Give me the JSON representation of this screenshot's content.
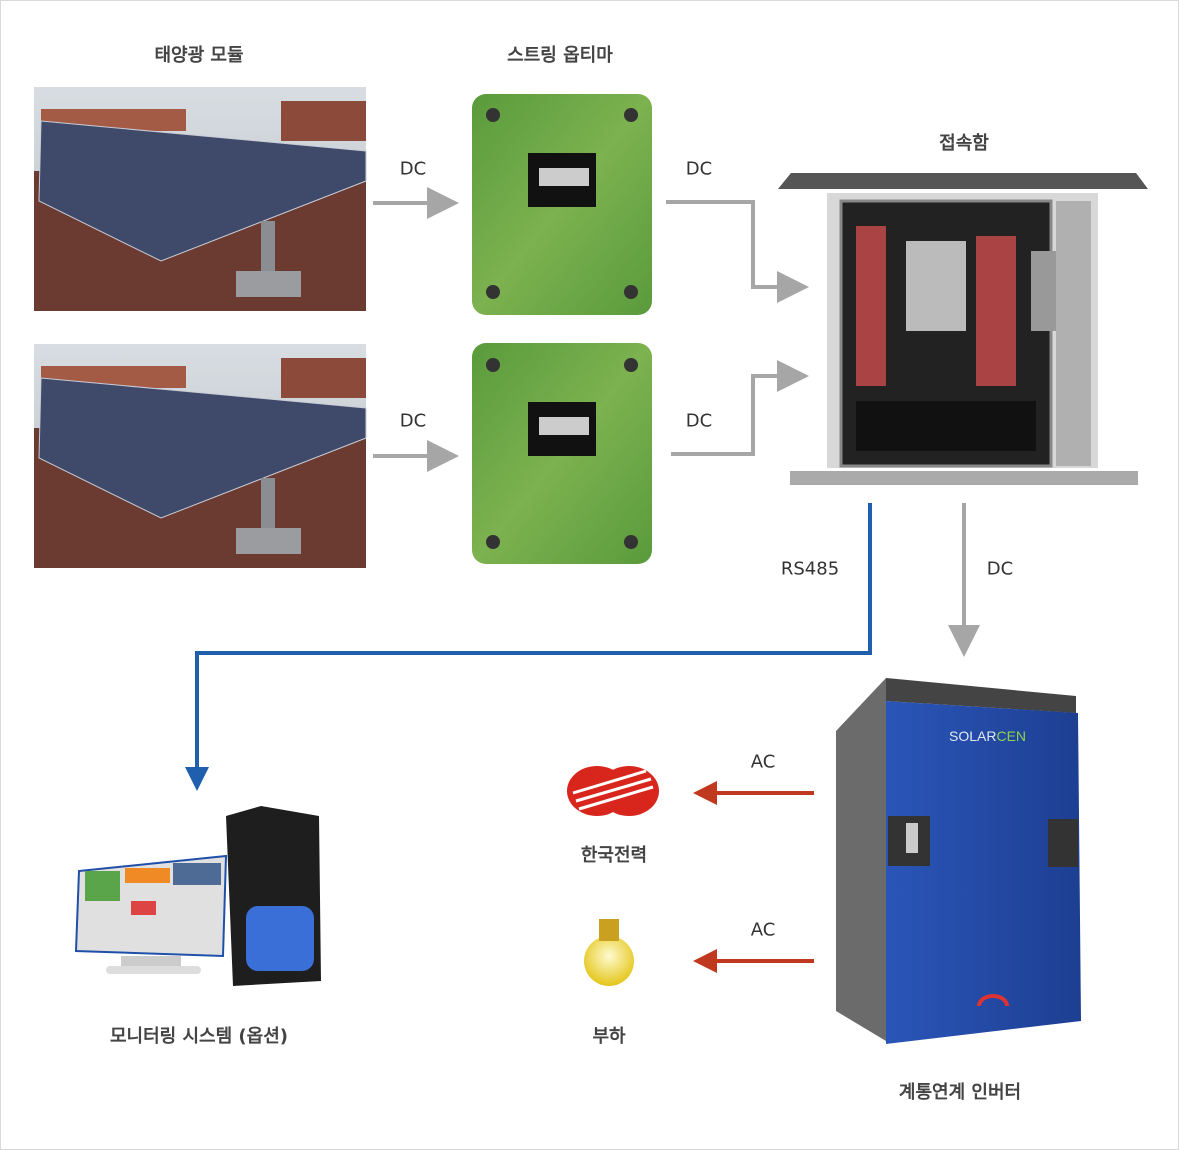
{
  "titles": {
    "solar_module": "태양광 모듈",
    "string_optimizer": "스트링 옵티마",
    "junction_box": "접속함",
    "monitoring": "모니터링 시스템 (옵션)",
    "kepco": "한국전력",
    "load": "부하",
    "inverter": "계통연계 인버터"
  },
  "links": {
    "dc_1": "DC",
    "dc_2": "DC",
    "dc_3": "DC",
    "dc_4": "DC",
    "dc_5": "DC",
    "rs485": "RS485",
    "ac_1": "AC",
    "ac_2": "AC"
  },
  "inverter_brand": "SOLARCEN",
  "colors": {
    "dc_arrow": "#a6a6a6",
    "rs485_line": "#1f5fad",
    "ac_arrow": "#c0391f",
    "optimizer": "#6aa84f",
    "inverter": "#1f4fa8"
  }
}
